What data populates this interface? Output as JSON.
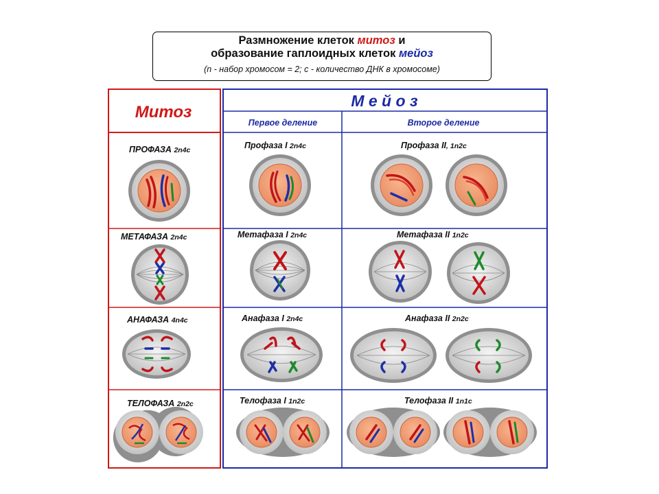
{
  "title": {
    "line1_prefix": "Размножение клеток ",
    "line1_word": "митоз",
    "line1_suffix": " и",
    "line2_prefix": "образование гаплоидных клеток ",
    "line2_word": "мейоз",
    "note": "(n - набор хромосом = 2; c - количество ДНК в хромосоме)"
  },
  "columns": {
    "mitosis": "Митоз",
    "meiosis": "М е й о з",
    "first_division": "Первое деление",
    "second_division": "Второе деление"
  },
  "phases": {
    "mitosis": [
      {
        "name": "ПРОФАЗА",
        "formula": "2n4c"
      },
      {
        "name": "МЕТАФАЗА",
        "formula": "2n4c"
      },
      {
        "name": "АНАФАЗА",
        "formula": "4n4c"
      },
      {
        "name": "ТЕЛОФАЗА",
        "formula": "2n2c"
      }
    ],
    "meiosis_1": [
      {
        "name": "Профаза I",
        "formula": "2n4c"
      },
      {
        "name": "Метафаза I",
        "formula": "2n4c"
      },
      {
        "name": "Анафаза I",
        "formula": "2n4c"
      },
      {
        "name": "Телофаза I",
        "formula": "1n2c"
      }
    ],
    "meiosis_2": [
      {
        "name": "Профаза II",
        "formula": ", 1n2c"
      },
      {
        "name": "Метафаза II",
        "formula": "1n2c"
      },
      {
        "name": "Анафаза II",
        "formula": "2n2c"
      },
      {
        "name": "Телофаза II",
        "formula": "1n1c"
      }
    ]
  },
  "colors": {
    "mitosis_accent": "#d01818",
    "meiosis_accent": "#1c2aa6",
    "nucleus": "#f2a078",
    "cell": "#8f8f8f",
    "cytoplasm": "#dcdcdc"
  }
}
